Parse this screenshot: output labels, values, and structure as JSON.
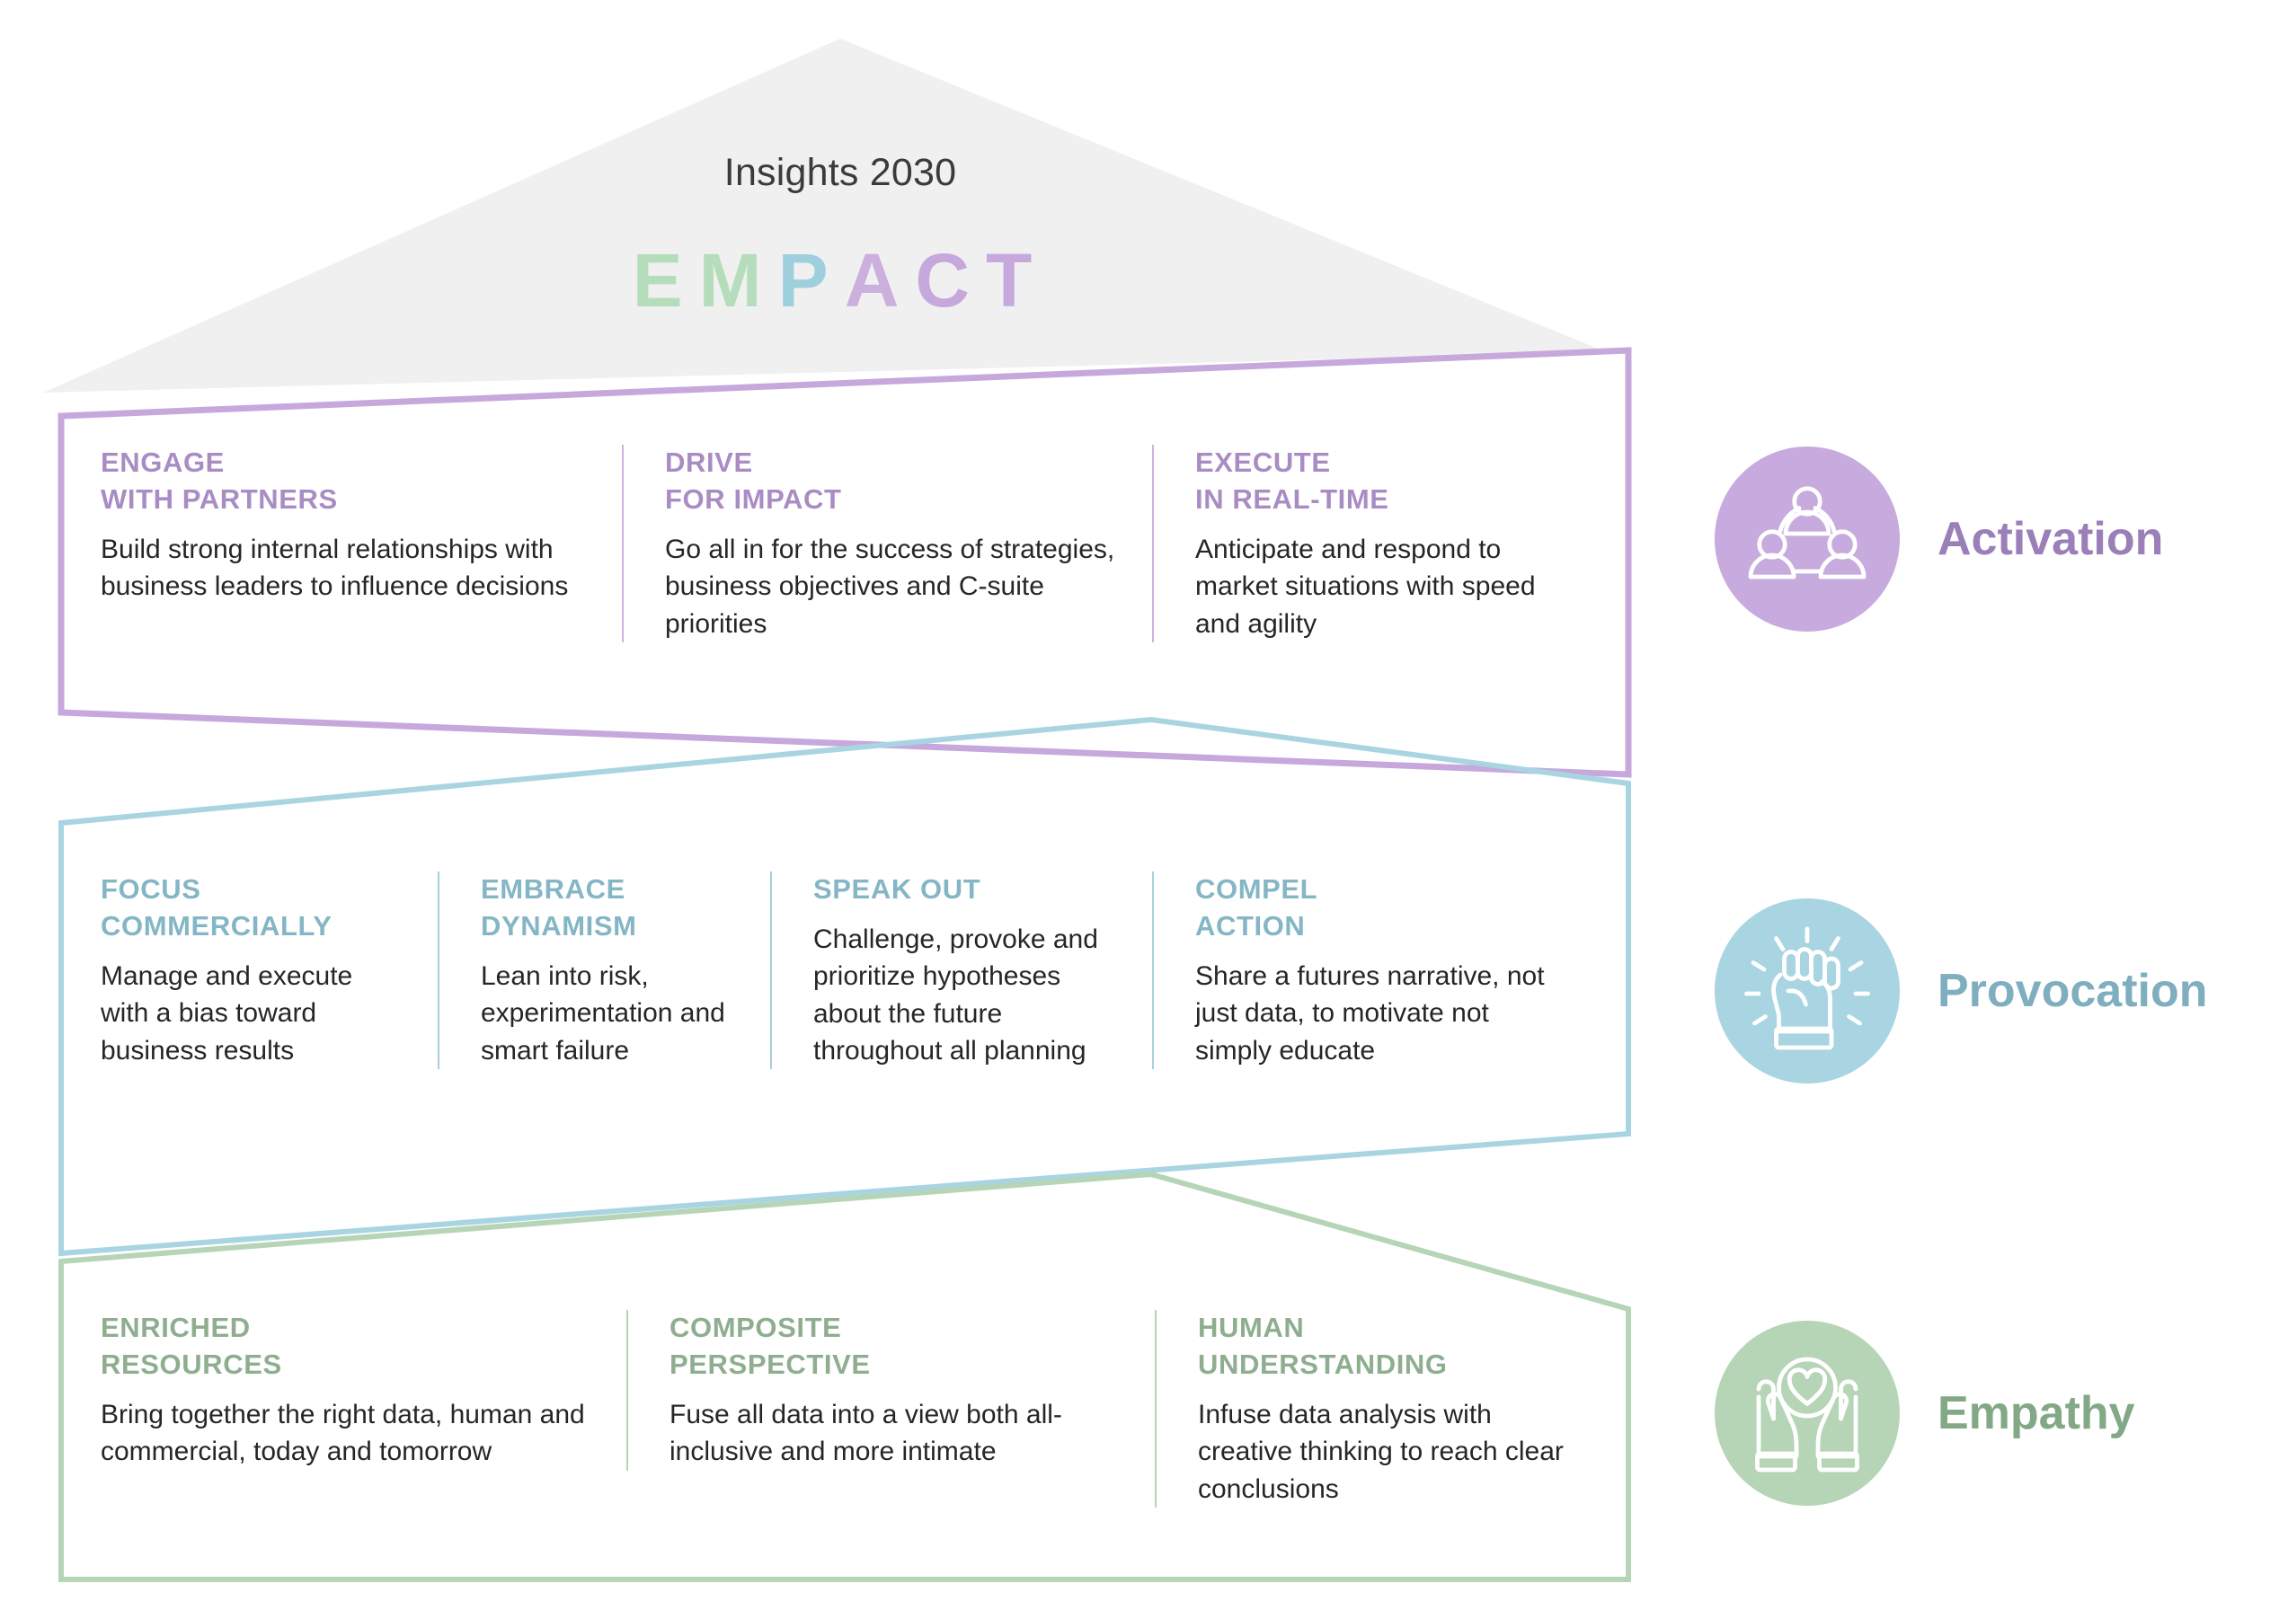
{
  "header": {
    "title": "Insights 2030",
    "acronym_letters": [
      {
        "char": "E",
        "color": "#b5ddbc"
      },
      {
        "char": "M",
        "color": "#b5ddbc"
      },
      {
        "char": "P",
        "color": "#9ecfdd"
      },
      {
        "char": "A",
        "color": "#cbb0de"
      },
      {
        "char": "C",
        "color": "#c6a8dc"
      },
      {
        "char": "T",
        "color": "#c6a8dc"
      }
    ],
    "acronym_text": "EMPACT"
  },
  "palette": {
    "activation": "#b79ad3",
    "activation_text": "#9b7fb8",
    "activation_badge": "#c7aade",
    "provocation": "#9fcddb",
    "provocation_text": "#7faebf",
    "provocation_badge": "#a9d4e2",
    "empathy": "#b3d2b4",
    "empathy_text": "#83a886",
    "empathy_badge": "#b6d5b7",
    "roof": "#f0f0f0",
    "body_text": "#262626"
  },
  "bands": [
    {
      "id": "activation",
      "legend_label": "Activation",
      "legend_icon": "people-network-icon",
      "cards": [
        {
          "title_line1": "ENGAGE",
          "title_line2": "WITH PARTNERS",
          "body": "Build strong internal relationships with business leaders to influence decisions"
        },
        {
          "title_line1": "DRIVE",
          "title_line2": "FOR IMPACT",
          "body": "Go all in for the success of strategies, business objectives and C-suite priorities"
        },
        {
          "title_line1": "EXECUTE",
          "title_line2": "IN REAL-TIME",
          "body": "Anticipate and respond to market situations with speed and agility"
        }
      ]
    },
    {
      "id": "provocation",
      "legend_label": "Provocation",
      "legend_icon": "raised-fist-icon",
      "cards": [
        {
          "title_line1": "FOCUS",
          "title_line2": "COMMERCIALLY",
          "body": "Manage and execute with a bias toward business results"
        },
        {
          "title_line1": "EMBRACE",
          "title_line2": "DYNAMISM",
          "body": "Lean into risk, experimentation and smart failure"
        },
        {
          "title_line1": "SPEAK OUT",
          "title_line2": "",
          "body": "Challenge, provoke and prioritize hypotheses about the future throughout all planning"
        },
        {
          "title_line1": "COMPEL",
          "title_line2": "ACTION",
          "body": "Share a futures narrative, not just data, to motivate not simply educate"
        }
      ]
    },
    {
      "id": "empathy",
      "legend_label": "Empathy",
      "legend_icon": "hands-heart-icon",
      "cards": [
        {
          "title_line1": "ENRICHED",
          "title_line2": "RESOURCES",
          "body": "Bring together the right data, human and commercial, today and tomorrow"
        },
        {
          "title_line1": "COMPOSITE",
          "title_line2": "PERSPECTIVE",
          "body": "Fuse all data into a view both all-inclusive and more intimate"
        },
        {
          "title_line1": "HUMAN",
          "title_line2": "UNDERSTANDING",
          "body": "Infuse data analysis with creative thinking to reach clear conclusions"
        }
      ]
    }
  ]
}
